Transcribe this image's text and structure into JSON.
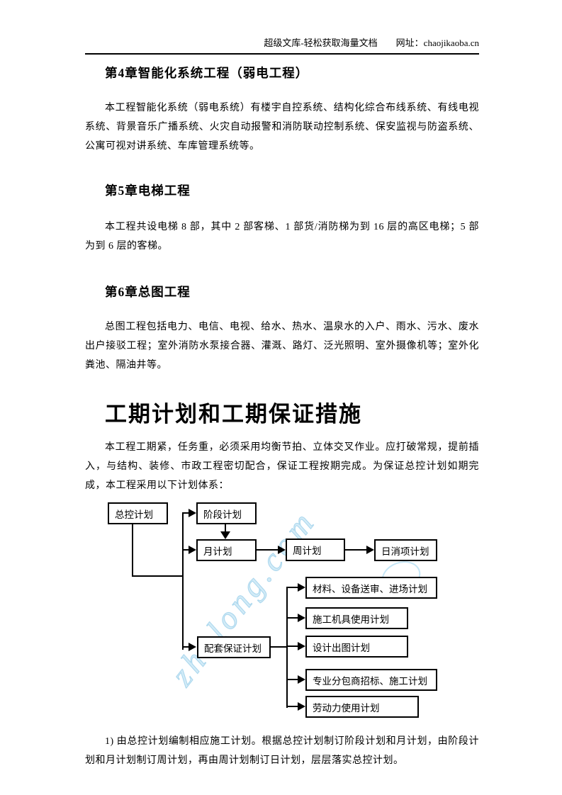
{
  "header": {
    "site": "超级文库-轻松获取海量文档",
    "url_label": "网址：",
    "url": "chaojikaoba.cn"
  },
  "chapters": [
    {
      "heading": "第4章智能化系统工程（弱电工程）",
      "body": "本工程智能化系统（弱电系统）有楼宇自控系统、结构化综合布线系统、有线电视系统、背景音乐广播系统、火灾自动报警和消防联动控制系统、保安监视与防盗系统、公寓可视对讲系统、车库管理系统等。"
    },
    {
      "heading": "第5章电梯工程",
      "body": "本工程共设电梯 8 部，其中 2 部客梯、1 部货/消防梯为到 16 层的高区电梯；5 部为到 6 层的客梯。"
    },
    {
      "heading": "第6章总图工程",
      "body": "总图工程包括电力、电信、电视、给水、热水、温泉水的入户、雨水、污水、废水出户接驳工程；室外消防水泵接合器、灌溉、路灯、泛光照明、室外摄像机等；室外化粪池、隔油井等。"
    }
  ],
  "main_title": "工期计划和工期保证措施",
  "intro": "本工程工期紧，任务重，必须采用均衡节拍、立体交叉作业。应打破常规，提前插入，与结构、装修、市政工程密切配合，保证工程按期完成。为保证总控计划如期完成，本工程采用以下计划体系：",
  "flowchart": {
    "nodes": {
      "master": "总控计划",
      "stage": "阶段计划",
      "month": "月计划",
      "week": "周计划",
      "daily": "日消项计划",
      "support": "配套保证计划",
      "material": "材料、设备送审、进场计划",
      "machinery": "施工机具使用计划",
      "design": "设计出图计划",
      "subcontract": "专业分包商招标、施工计划",
      "labor": "劳动力使用计划"
    }
  },
  "footnote": "1) 由总控计划编制相应施工计划。根据总控计划制订阶段计划和月计划，由阶段计划和月计划制订周计划，再由周计划制订日计划，层层落实总控计划。",
  "watermark": "zhulong.com"
}
